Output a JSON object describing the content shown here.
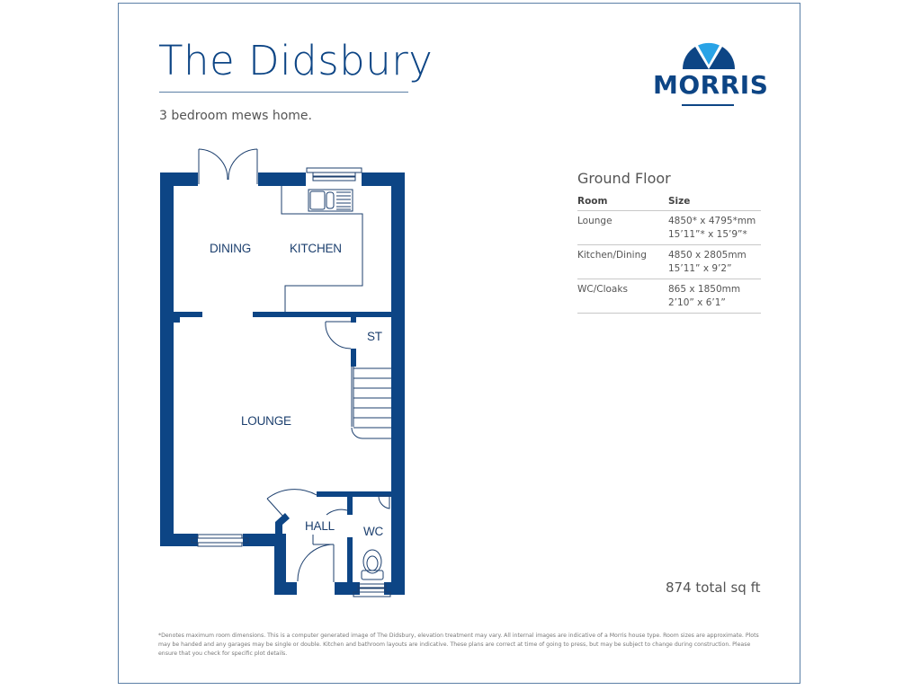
{
  "header": {
    "title": "The Didsbury",
    "subtitle": "3 bedroom mews home."
  },
  "logo": {
    "text": "MORRIS",
    "colors": {
      "dark_blue": "#0d4585",
      "light_blue": "#29a3e6"
    }
  },
  "floor_plan": {
    "wall_color": "#0d4585",
    "rooms": [
      {
        "label": "DINING"
      },
      {
        "label": "KITCHEN"
      },
      {
        "label": "ST"
      },
      {
        "label": "LOUNGE"
      },
      {
        "label": "HALL"
      },
      {
        "label": "WC"
      }
    ]
  },
  "room_sizes": {
    "floor_title": "Ground Floor",
    "columns": [
      "Room",
      "Size"
    ],
    "rows": [
      {
        "room": "Lounge",
        "metric": "4850* x 4795*mm",
        "imperial": "15’11”* x 15’9”*"
      },
      {
        "room": "Kitchen/Dining",
        "metric": "4850 x 2805mm",
        "imperial": "15’11” x 9’2”"
      },
      {
        "room": "WC/Cloaks",
        "metric": "865 x 1850mm",
        "imperial": "2’10” x 6’1”"
      }
    ]
  },
  "total_area": "874 total sq ft",
  "disclaimer": "*Denotes maximum room dimensions. This is a computer generated image of The Didsbury, elevation treatment may vary. All internal images are indicative of a Morris house type. Room sizes are approximate. Plots may be handed and any garages may be single or double. Kitchen and bathroom layouts are indicative. These plans are correct at time of going to press, but may be subject to change during construction. Please ensure that you check for specific plot details."
}
